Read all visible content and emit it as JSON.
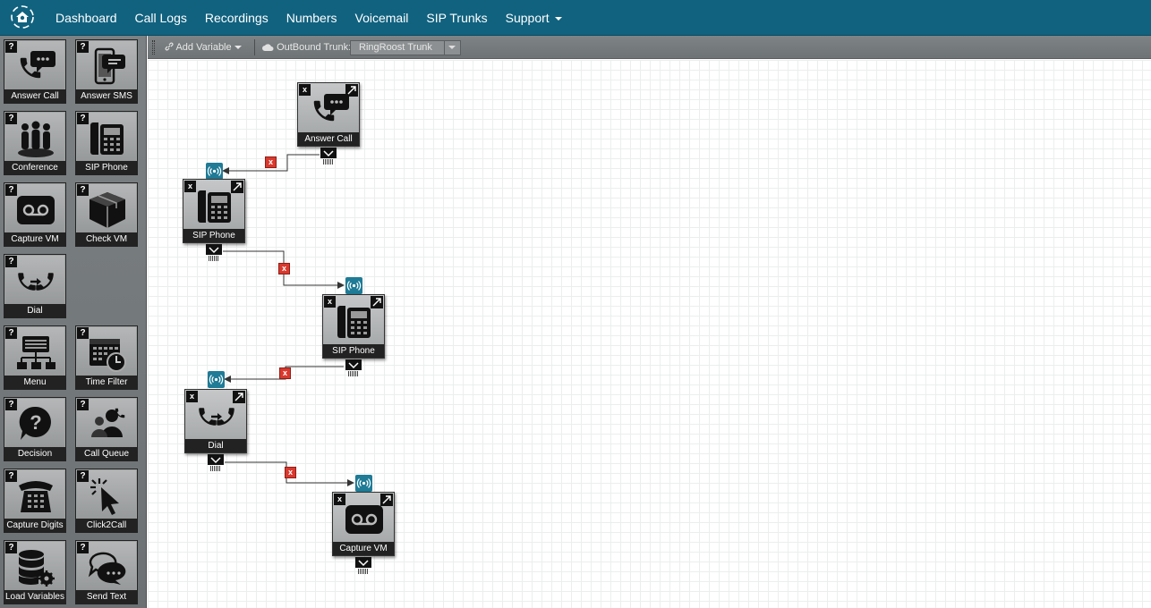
{
  "nav": {
    "items": [
      {
        "label": "Dashboard"
      },
      {
        "label": "Call Logs"
      },
      {
        "label": "Recordings"
      },
      {
        "label": "Numbers"
      },
      {
        "label": "Voicemail"
      },
      {
        "label": "SIP Trunks"
      },
      {
        "label": "Support",
        "dropdown": true
      }
    ]
  },
  "sidebar": {
    "help_label": "?",
    "tools": [
      {
        "label": "Answer Call",
        "icon": "phone-chat-icon"
      },
      {
        "label": "Answer SMS",
        "icon": "mobile-sms-icon"
      },
      {
        "label": "Conference",
        "icon": "conference-icon"
      },
      {
        "label": "SIP Phone",
        "icon": "desk-phone-icon"
      },
      {
        "label": "Capture VM",
        "icon": "voicemail-icon"
      },
      {
        "label": "Check VM",
        "icon": "box-icon"
      },
      {
        "label": "Dial",
        "icon": "dial-icon"
      },
      {
        "label": "Menu",
        "icon": "menu-tree-icon"
      },
      {
        "label": "Time Filter",
        "icon": "calendar-clock-icon"
      },
      {
        "label": "Decision",
        "icon": "decision-icon"
      },
      {
        "label": "Call Queue",
        "icon": "call-queue-icon"
      },
      {
        "label": "Capture Digits",
        "icon": "keypad-phone-icon"
      },
      {
        "label": "Click2Call",
        "icon": "cursor-click-icon"
      },
      {
        "label": "Load Variables",
        "icon": "database-gear-icon"
      },
      {
        "label": "Send Text",
        "icon": "chat-bubbles-icon"
      }
    ]
  },
  "toolbar": {
    "add_variable_label": "Add Variable",
    "outbound_trunk_label": "OutBound Trunk:",
    "outbound_trunk_value": "RingRoost Trunk"
  },
  "flow": {
    "close_label": "x",
    "delete_label": "x",
    "nodes": [
      {
        "label": "Answer Call",
        "icon": "phone-chat-icon"
      },
      {
        "label": "SIP Phone",
        "icon": "desk-phone-icon"
      },
      {
        "label": "SIP Phone",
        "icon": "desk-phone-icon"
      },
      {
        "label": "Dial",
        "icon": "dial-icon"
      },
      {
        "label": "Capture VM",
        "icon": "voicemail-icon"
      }
    ]
  },
  "colors": {
    "topbar": "#11627f",
    "port_in": "#1f7b96",
    "delete": "#d9392e"
  }
}
